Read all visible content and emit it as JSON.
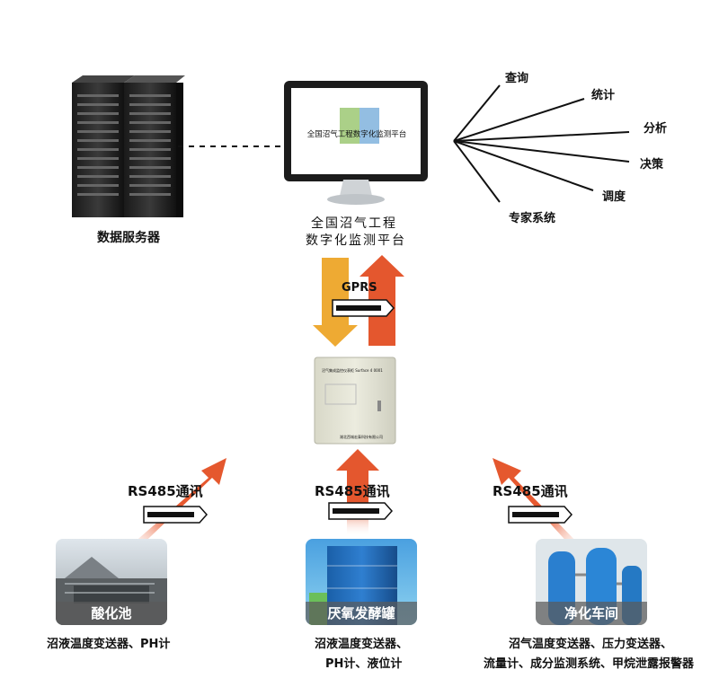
{
  "server": {
    "label": "数据服务器"
  },
  "platform": {
    "screen_text": "全国沼气工程数字化监测平台",
    "label_line1": "全国沼气工程",
    "label_line2": "数字化监测平台"
  },
  "functions": [
    "查询",
    "统计",
    "分析",
    "决策",
    "调度",
    "专家系统"
  ],
  "uplink": {
    "label": "GPRS"
  },
  "cabinet": {
    "header_text": "沼气集成监控仪表柜 Surface 4 0001",
    "footer_text": "湖北西城宏泰科技有限公司"
  },
  "links": {
    "rs485": "RS485通讯"
  },
  "sites": [
    {
      "name": "酸化池",
      "sensors_line1": "沼液温度变送器、PH计",
      "sensors_line2": ""
    },
    {
      "name": "厌氧发酵罐",
      "sensors_line1": "沼液温度变送器、",
      "sensors_line2": "PH计、液位计"
    },
    {
      "name": "净化车间",
      "sensors_line1": "沼气温度变送器、压力变送器、",
      "sensors_line2": "流量计、成分监测系统、甲烷泄露报警器"
    }
  ],
  "colors": {
    "arrow_orange_red": "#e4572e",
    "arrow_yellow": "#eeaa33",
    "arrow_dark_red": "#cc3322"
  }
}
